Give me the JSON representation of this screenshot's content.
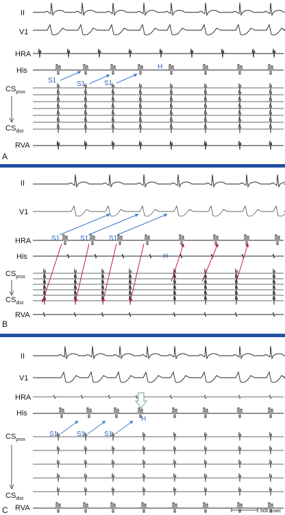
{
  "colors": {
    "divider": "#1f4ea3",
    "blue_arrow": "#3a78c9",
    "red_arrow": "#c0184a",
    "green_arrow": "#6aa888",
    "trace": "#222222"
  },
  "panels": [
    {
      "letter": "A",
      "labels": {
        "ii": "II",
        "v1": "V1",
        "hra": "HRA",
        "his": "His",
        "cs_prox": "CS",
        "cs_prox_sub": "prox",
        "cs_dist": "CS",
        "cs_dist_sub": "dist",
        "rva": "RVA"
      },
      "s1": "S1",
      "h": "H"
    },
    {
      "letter": "B",
      "labels": {
        "ii": "II",
        "v1": "V1",
        "hra": "HRA",
        "his": "His",
        "cs_prox": "CS",
        "cs_prox_sub": "prox",
        "cs_dist": "CS",
        "cs_dist_sub": "dist",
        "rva": "RVA"
      },
      "s1": "S1",
      "h": "H"
    },
    {
      "letter": "C",
      "labels": {
        "ii": "II",
        "v1": "V1",
        "hra": "HRA",
        "his": "His",
        "cs_prox": "CS",
        "cs_prox_sub": "prox",
        "cs_dist": "CS",
        "cs_dist_sub": "dist",
        "rva": "RVA"
      },
      "s1": "S1",
      "h": "H"
    }
  ],
  "scale_bar": {
    "label": "500 msec"
  }
}
